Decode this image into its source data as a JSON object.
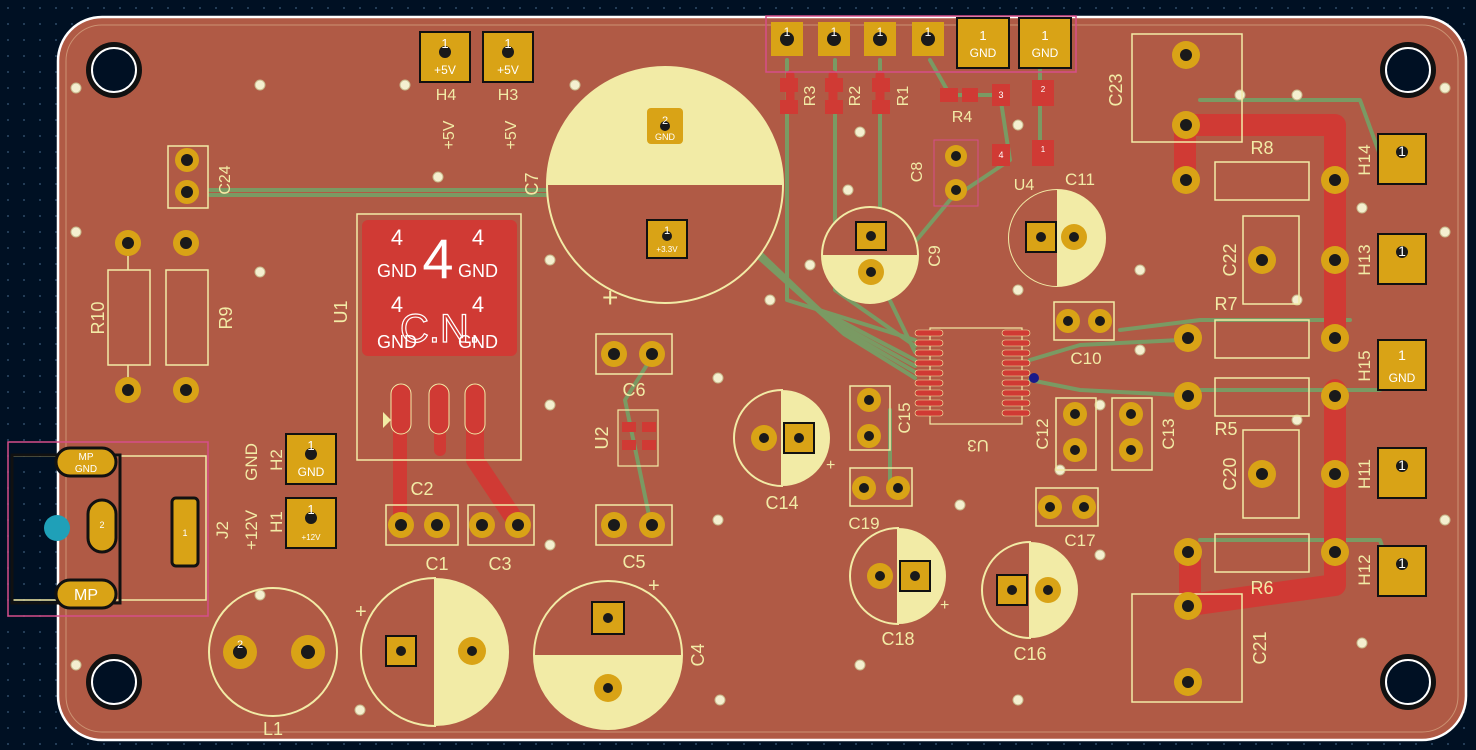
{
  "colors": {
    "background": "#001023",
    "board": "#b05a45",
    "copper_pad": "#d9a316",
    "copper_trace": "#d03a34",
    "silkscreen": "#f2eba6",
    "outline": "#ffffff",
    "courtyard": "#d64e8a"
  },
  "pad_labels": {
    "one": "1",
    "two": "2",
    "three": "3",
    "four": "4",
    "gnd": "GND",
    "plus5v": "+5V",
    "plus12v": "+12V",
    "plus3v3": "+3.3V",
    "mp": "MP",
    "c_oled": "C.N."
  },
  "side_labels": {
    "plus5v": "+5V",
    "plus12v": "+12V",
    "gnd": "GND"
  },
  "components": {
    "H4": "H4",
    "H3": "H3",
    "H2": "H2",
    "H1": "H1",
    "H14": "H14",
    "H13": "H13",
    "H15": "H15",
    "H11": "H11",
    "H12": "H12",
    "R1": "R1",
    "R2": "R2",
    "R3": "R3",
    "R4": "R4",
    "R5": "R5",
    "R6": "R6",
    "R7": "R7",
    "R8": "R8",
    "R9": "R9",
    "R10": "R10",
    "C1": "C1",
    "C2": "C2",
    "C3": "C3",
    "C4": "C4",
    "C5": "C5",
    "C6": "C6",
    "C7": "C7",
    "C8": "C8",
    "C9": "C9",
    "C10": "C10",
    "C11": "C11",
    "C12": "C12",
    "C13": "C13",
    "C14": "C14",
    "C15": "C15",
    "C16": "C16",
    "C17": "C17",
    "C18": "C18",
    "C19": "C19",
    "C20": "C20",
    "C21": "C21",
    "C22": "C22",
    "C23": "C23",
    "C24": "C24",
    "U1": "U1",
    "U2": "U2",
    "U3": "U3",
    "U4": "U4",
    "L1": "L1",
    "J2": "J2"
  },
  "top_connector_pins": [
    "1",
    "1",
    "1",
    "1",
    "1",
    "1"
  ],
  "top_connector_gnd": "GND"
}
